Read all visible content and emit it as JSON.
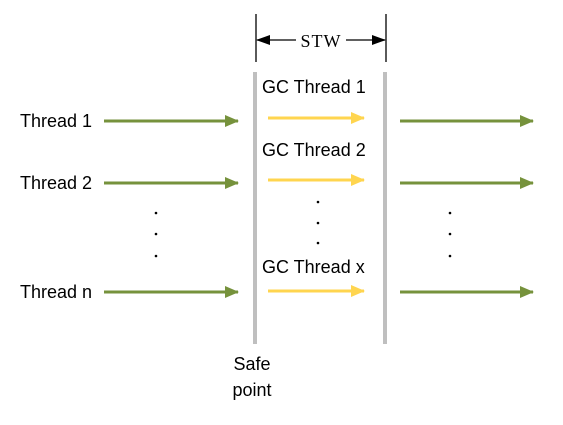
{
  "stw_label": "STW",
  "threads": [
    "Thread 1",
    "Thread 2",
    "Thread n"
  ],
  "gc_threads": [
    "GC Thread 1",
    "GC Thread 2",
    "GC Thread x"
  ],
  "safepoint_label": [
    "Safe",
    "point"
  ],
  "colors": {
    "app_thread_arrow": "#76923c",
    "gc_thread_arrow": "#ffd54f",
    "safepoint_bar": "#bfbfbf",
    "text": "#000000"
  }
}
